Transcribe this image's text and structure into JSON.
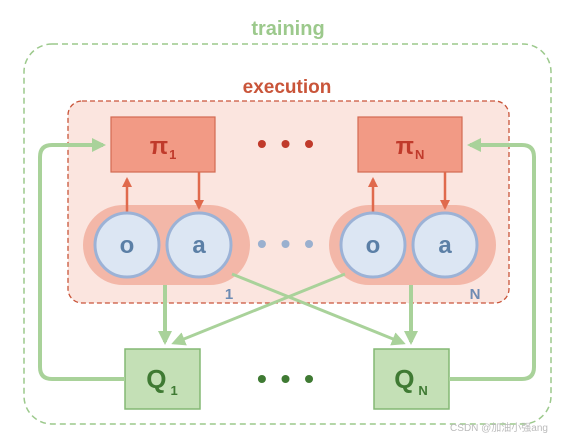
{
  "labels": {
    "training": "training",
    "execution": "execution"
  },
  "policies": [
    {
      "symbol": "π",
      "sub": "1"
    },
    {
      "symbol": "π",
      "sub": "N"
    }
  ],
  "agents": [
    {
      "obs": "o",
      "act": "a",
      "index": "1"
    },
    {
      "obs": "o",
      "act": "a",
      "index": "N"
    }
  ],
  "critics": [
    {
      "symbol": "Q",
      "sub": "1"
    },
    {
      "symbol": "Q",
      "sub": "N"
    }
  ],
  "ellipsis": "• • •",
  "watermark": "CSDN @加油小强ang",
  "colors": {
    "training_border": "#9cc98c",
    "execution_fill": "#fbe5df",
    "execution_border": "#c9553a",
    "policy_fill": "#f29a85",
    "agent_pill": "#f3b7a8",
    "node_fill": "#dce6f3",
    "node_border": "#9cb2d6",
    "critic_fill": "#c4e0b6",
    "critic_border": "#84b874",
    "arrow_red": "#e06a4d",
    "arrow_green": "#a9d29a"
  }
}
